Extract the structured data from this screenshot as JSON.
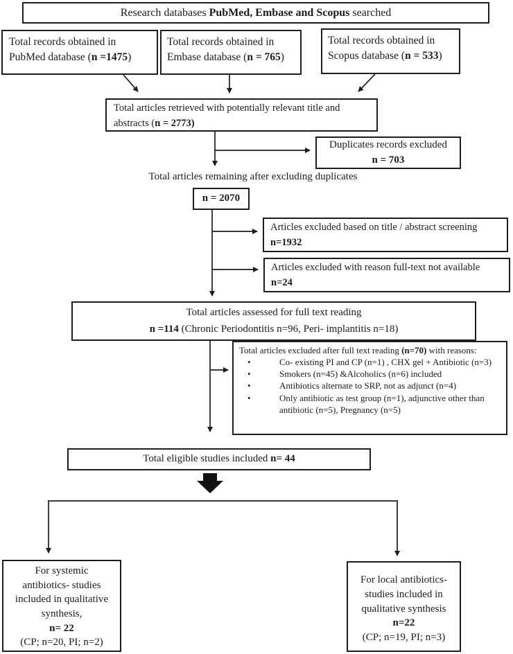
{
  "colors": {
    "line": "#1d1d1d",
    "text": "#1c1c1c",
    "background": "#ffffff"
  },
  "header": {
    "pre": "Research databases ",
    "bold": "PubMed, Embase and Scopus",
    "post": " searched"
  },
  "sources": {
    "pubmed": {
      "line1": "Total records obtained in",
      "pre": "PubMed database (",
      "bold": "n =1475",
      "post": ")"
    },
    "embase": {
      "line1": "Total records obtained in",
      "pre": "Embase database (",
      "bold": "n = 765",
      "post": ")"
    },
    "scopus": {
      "line1": "Total records obtained in",
      "pre": "Scopus database (",
      "bold": "n = 533",
      "post": ")"
    }
  },
  "retrieved": {
    "line1": "Total articles retrieved with potentially relevant title and",
    "line2_pre": "abstracts  (",
    "line2_bold": "n = 2773",
    "line2_post": ")"
  },
  "duplicates": {
    "line1": "Duplicates records excluded",
    "bold": "n = 703"
  },
  "remaining": {
    "text": "Total articles remaining after excluding duplicates"
  },
  "count2070": {
    "value": "n = 2070"
  },
  "screening": {
    "line1": "Articles excluded based on title / abstract screening",
    "bold": "n=1932"
  },
  "fulltext": {
    "line1": "Articles excluded with reason full-text not available",
    "bold": "n=24"
  },
  "assessed": {
    "line1": "Total articles assessed for full text reading",
    "bold": "n =114",
    "post": " (Chronic Periodontitis n=96, Peri- implantitis n=18)"
  },
  "reasons": {
    "pre": "Total articles excluded after full text reading ",
    "bold": "(n=70)",
    "post": " with reasons:",
    "bullets": [
      "Co- existing PI and CP (n=1) , CHX gel + Antibiotic (n=3)",
      "Smokers (n=45) &Alcoholics (n=6) included",
      "Antibiotics alternate to SRP, not as adjunct (n=4)",
      "Only antibiotic as test group (n=1), adjunctive other than antibiotic (n=5), Pregnancy (n=5)"
    ]
  },
  "eligible": {
    "pre": "Total eligible studies included ",
    "bold": "n= 44"
  },
  "systemic": {
    "lines": [
      "For systemic",
      "antibiotics- studies",
      "included in qualitative",
      "synthesis,"
    ],
    "bold": "n= 22",
    "sub": "(CP; n=20, PI; n=2)"
  },
  "local": {
    "lines": [
      "For local antibiotics-",
      "studies included in",
      "qualitative synthesis"
    ],
    "bold": "n=22",
    "sub": "(CP; n=19, PI; n=3)"
  }
}
